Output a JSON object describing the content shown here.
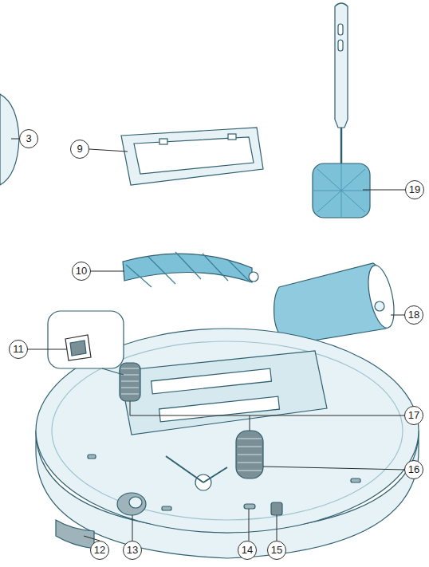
{
  "diagram": {
    "labels": [
      "3",
      "19",
      "9",
      "10",
      "18",
      "11",
      "17",
      "16",
      "12",
      "13",
      "14",
      "15"
    ]
  }
}
